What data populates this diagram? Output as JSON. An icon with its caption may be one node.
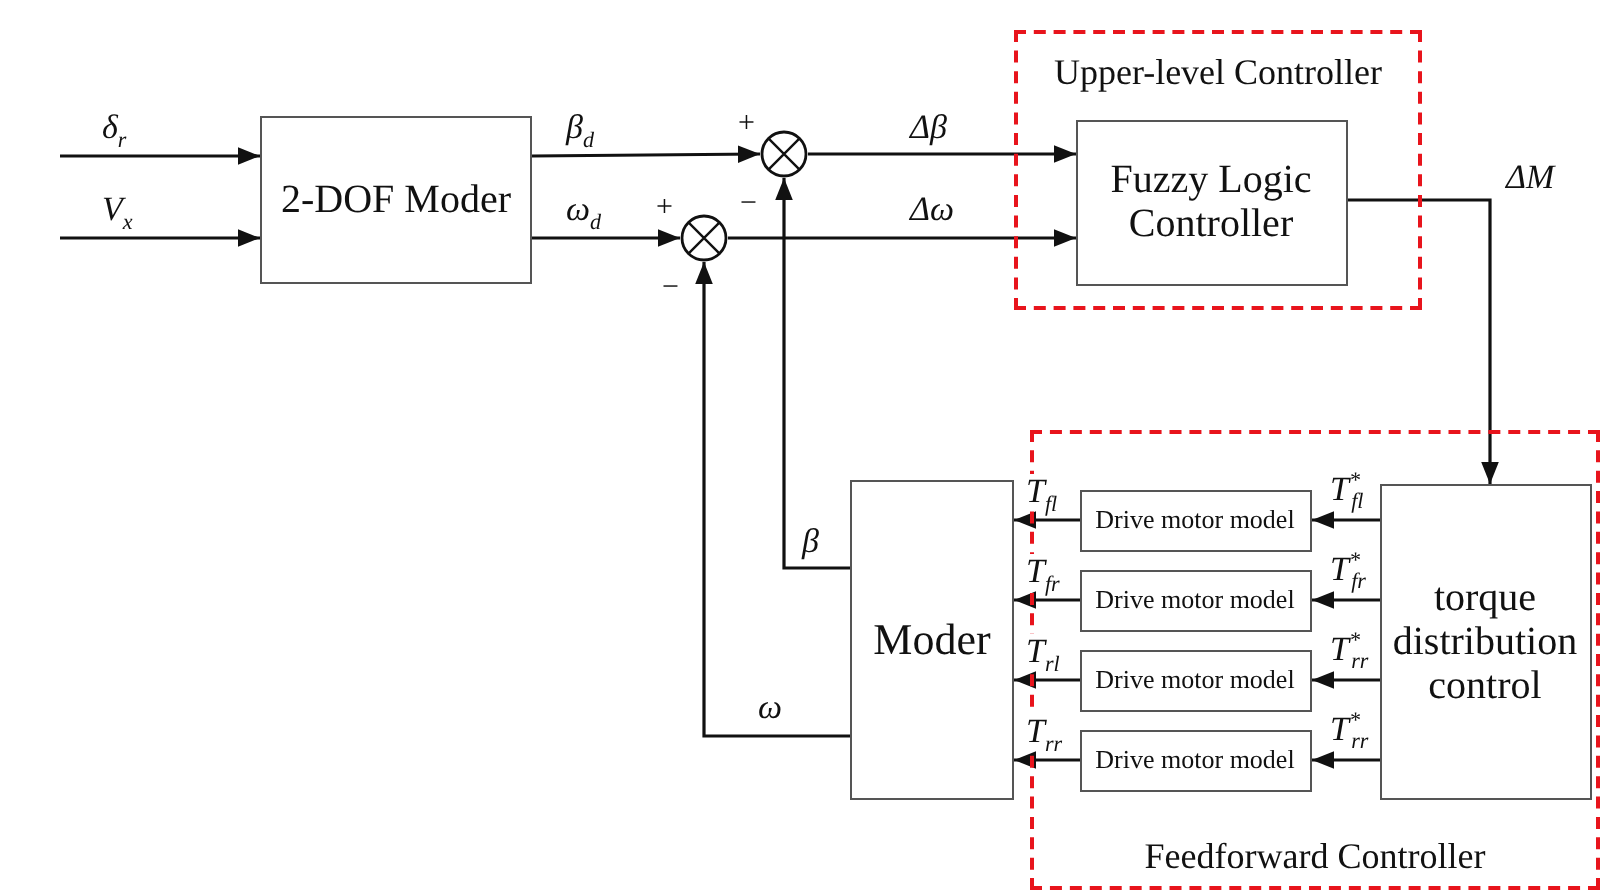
{
  "diagram": {
    "nodes": [
      {
        "text": [
          "2-DOF Moder"
        ]
      },
      {
        "text": [],
        "shape": "circle"
      },
      {
        "text": [],
        "shape": "circle"
      },
      {
        "text": [
          "Upper-level Controller"
        ]
      },
      {
        "text": [
          "Fuzzy Logic Controller"
        ],
        "in": 3
      },
      {
        "text": [
          "Feedforward Controller"
        ]
      },
      {
        "text": [
          "Moder"
        ]
      },
      {
        "text": [
          "Drive motor model"
        ],
        "in": 5
      },
      {
        "text": [
          "Drive motor model"
        ],
        "in": 5
      },
      {
        "text": [
          "Drive motor model"
        ],
        "in": 5
      },
      {
        "text": [
          "Drive motor model"
        ],
        "in": 5
      },
      {
        "text": [
          "torque distribution control"
        ],
        "in": 5
      }
    ],
    "edges": [
      {
        "from": null,
        "to": 0,
        "arrow": "to",
        "label": "δ$_{r}$"
      },
      {
        "from": null,
        "to": 0,
        "arrow": "to",
        "label": "V$_{x}$"
      },
      {
        "from": 0,
        "to": 1,
        "arrow": "to",
        "label": "β$_{d}$"
      },
      {
        "from": 0,
        "to": 2,
        "arrow": "to",
        "label": "ω$_{d}$"
      },
      {
        "from": 1,
        "to": 4,
        "arrow": "to",
        "label": "Δβ"
      },
      {
        "from": 2,
        "to": 4,
        "arrow": "to",
        "label": "Δω"
      },
      {
        "from": 4,
        "to": 11,
        "arrow": "to",
        "label": "ΔM"
      },
      {
        "from": 11,
        "to": 7,
        "arrow": "to",
        "label": "T$^{*}$$_{fl}$"
      },
      {
        "from": 11,
        "to": 8,
        "arrow": "to",
        "label": "T$^{*}$$_{fr}$"
      },
      {
        "from": 11,
        "to": 9,
        "arrow": "to",
        "label": "T$^{*}$$_{rr}$"
      },
      {
        "from": 11,
        "to": 10,
        "arrow": "to",
        "label": "T$^{*}$$_{rr}$"
      },
      {
        "from": 7,
        "to": 6,
        "arrow": "to",
        "label": "T$_{fl}$"
      },
      {
        "from": 8,
        "to": 6,
        "arrow": "to",
        "label": "T$_{fr}$"
      },
      {
        "from": 9,
        "to": 6,
        "arrow": "to",
        "label": "T$_{rl}$"
      },
      {
        "from": 10,
        "to": 6,
        "arrow": "to",
        "label": "T$_{rr}$"
      },
      {
        "from": 6,
        "to": 1,
        "arrow": "to",
        "label": "β"
      },
      {
        "from": 6,
        "to": 2,
        "arrow": "to",
        "label": "ω"
      }
    ],
    "labels": [
      "+",
      "−",
      "+",
      "−"
    ]
  }
}
